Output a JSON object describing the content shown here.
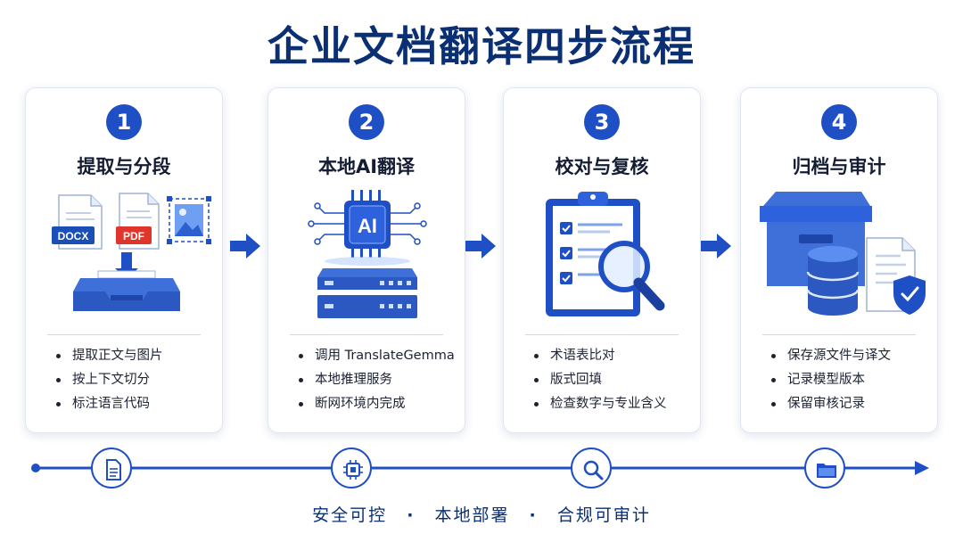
{
  "title": "企业文档翻译四步流程",
  "steps": [
    {
      "number": "1",
      "title": "提取与分段",
      "file_labels": [
        "DOCX",
        "PDF"
      ],
      "bullets": [
        "提取正文与图片",
        "按上下文切分",
        "标注语言代码"
      ]
    },
    {
      "number": "2",
      "title": "本地AI翻译",
      "chip_label": "AI",
      "bullets": [
        "调用 TranslateGemma",
        "本地推理服务",
        "断网环境内完成"
      ]
    },
    {
      "number": "3",
      "title": "校对与复核",
      "bullets": [
        "术语表比对",
        "版式回填",
        "检查数字与专业含义"
      ]
    },
    {
      "number": "4",
      "title": "归档与审计",
      "bullets": [
        "保存源文件与译文",
        "记录模型版本",
        "保留审核记录"
      ]
    }
  ],
  "timeline_icons": [
    "document-icon",
    "chip-icon",
    "magnifier-icon",
    "folder-icon"
  ],
  "footer": {
    "item1": "安全可控",
    "sep": "·",
    "item2": "本地部署",
    "item3": "合规可审计"
  },
  "colors": {
    "primary": "#1f4fc4",
    "title": "#0b2f73",
    "light_blue": "#5b8ef0",
    "docx": "#1b4fb8",
    "pdf": "#e0352b"
  }
}
